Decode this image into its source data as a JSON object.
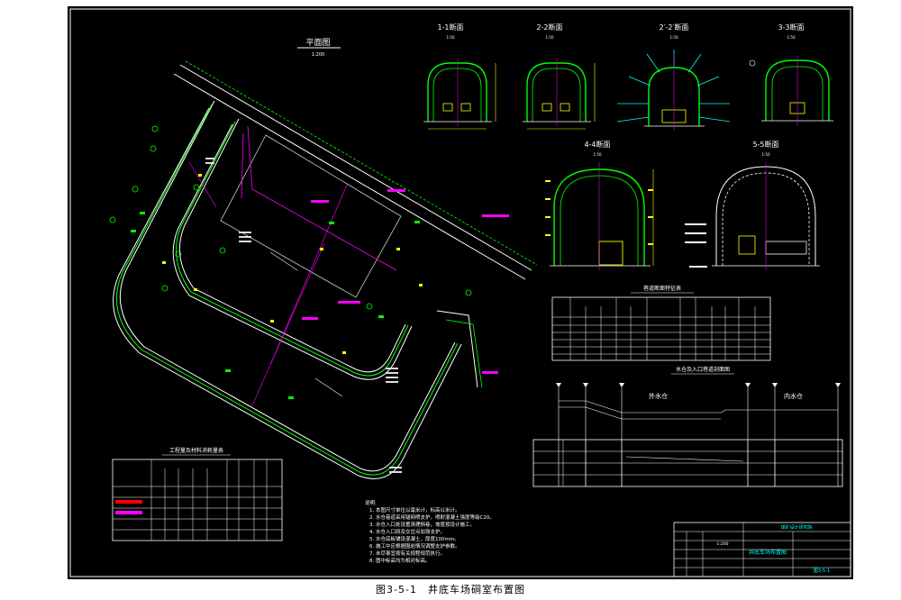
{
  "views": {
    "plan_title": "平面图",
    "plan_scale": "1:200",
    "sections": [
      {
        "id": "1-1",
        "label": "1-1断面",
        "scale": "1:50"
      },
      {
        "id": "2-2",
        "label": "2-2断面",
        "scale": "1:50"
      },
      {
        "id": "2p",
        "label": "2′-2′断面",
        "scale": "1:50"
      },
      {
        "id": "3-3",
        "label": "3-3断面",
        "scale": "1:50"
      },
      {
        "id": "4-4",
        "label": "4-4断面",
        "scale": "1:50"
      },
      {
        "id": "5-5",
        "label": "5-5断面",
        "scale": "1:50"
      }
    ]
  },
  "profile": {
    "title": "水仓及入口巷道剖面图",
    "left_label": "外水仓",
    "right_label": "内水仓"
  },
  "tables": {
    "left_title": "工程量及材料消耗量表",
    "right_title": "巷道断面特征表"
  },
  "notes": {
    "heading": "说明:",
    "lines": [
      "1. 本图尺寸单位以毫米计，标高以米计。",
      "2. 水仓巷道采用锚网喷支护，喷射混凝土强度等级C20。",
      "3. 水仓入口处设置清理斜巷，坡度按设计施工。",
      "4. 水仓入口段及交岔点加强支护。",
      "5. 水仓底板铺设混凝土，厚度100mm。",
      "6. 施工中应根据围岩情况调整支护参数。",
      "7. 未尽事宜按有关规程规范执行。",
      "8. 图中标高均为相对标高。"
    ]
  },
  "title_block": {
    "company": "煤矿设计研究院",
    "drawing": "井底车场布置图",
    "scale": "1:200",
    "number": "图3-5-1"
  },
  "caption": "图3-5-1　井底车场硐室布置图"
}
